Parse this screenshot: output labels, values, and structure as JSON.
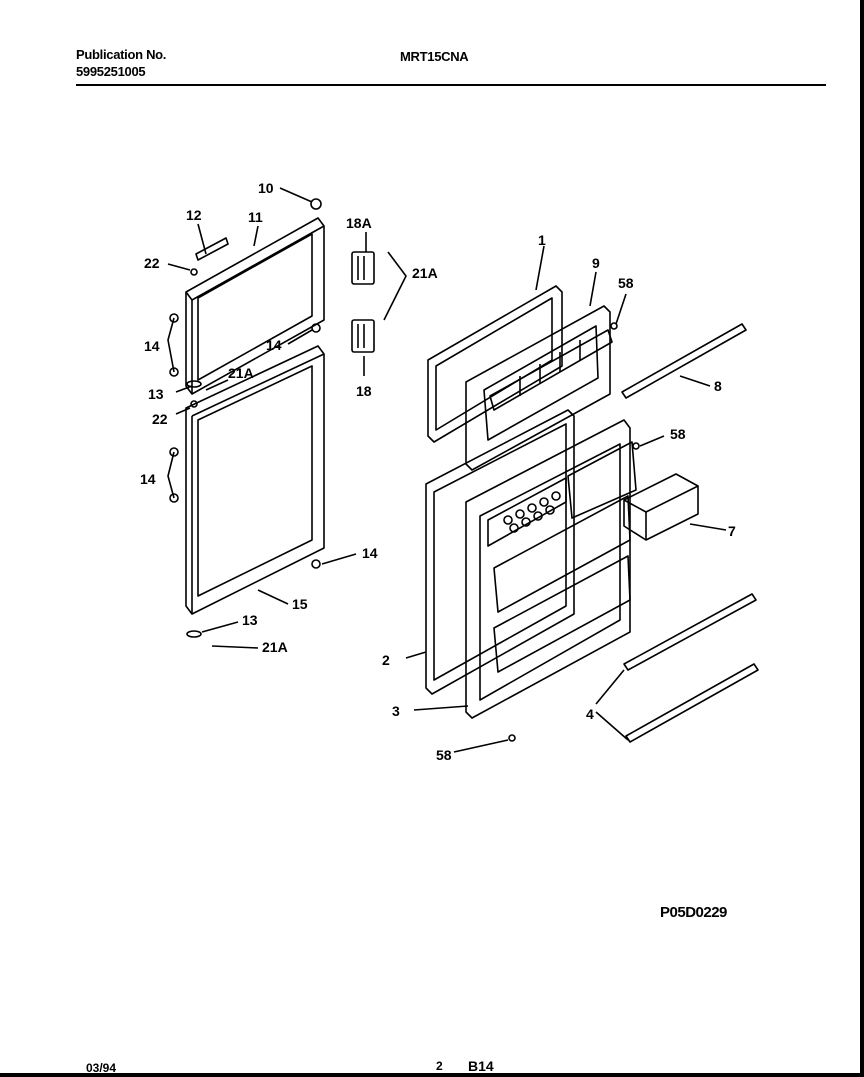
{
  "header": {
    "publication_label": "Publication No.",
    "publication_number": "5995251005",
    "model": "MRT15CNA"
  },
  "diagram": {
    "figure_code": "P05D0229",
    "labels": [
      "10",
      "12",
      "11",
      "18A",
      "22",
      "21A",
      "1",
      "9",
      "58",
      "14",
      "14",
      "18",
      "8",
      "13",
      "21A",
      "22",
      "58",
      "14",
      "7",
      "14",
      "15",
      "2",
      "13",
      "21A",
      "3",
      "4",
      "58"
    ]
  },
  "footer": {
    "date": "03/94",
    "page": "2",
    "section": "B14"
  }
}
